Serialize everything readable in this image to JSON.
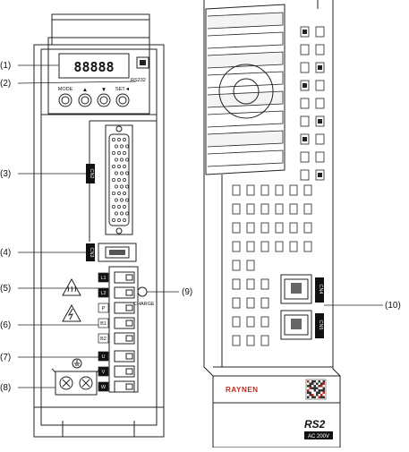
{
  "callouts": {
    "c1": "(1)",
    "c2": "(2)",
    "c3": "(3)",
    "c4": "(4)",
    "c5": "(5)",
    "c6": "(6)",
    "c7": "(7)",
    "c8": "(8)",
    "c9": "(9)",
    "c10": "(10)"
  },
  "front": {
    "display_digits": "88888",
    "rs232_label": "RS232",
    "mode_label": "MODE",
    "up_arrow": "▲",
    "down_arrow": "▼",
    "set_label": "SET◄",
    "cn2_label": "CN2",
    "cn3_label": "CN3",
    "charge_label": "CHARGE",
    "terminals": [
      "L1",
      "L2",
      "P",
      "B1",
      "B2",
      "U",
      "V",
      "W"
    ]
  },
  "side": {
    "cn4_label": "CN4",
    "cn5_label": "CN5",
    "brand": "RAYNEN",
    "logo_text": "RS2",
    "rating": "AC 200V"
  }
}
